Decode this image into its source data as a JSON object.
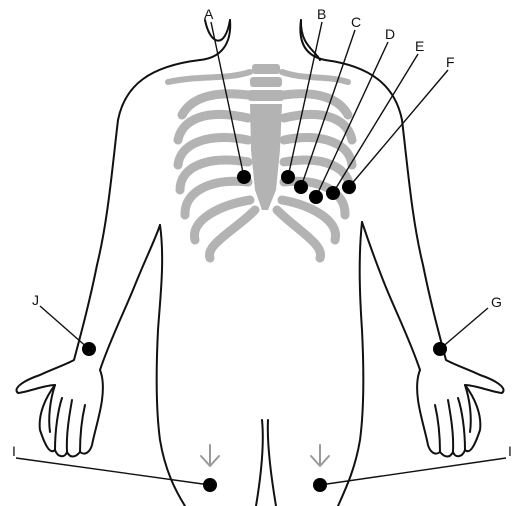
{
  "colors": {
    "outline": "#111111",
    "ribcage": "#b3b3b3",
    "arrow": "#999999",
    "electrode": "#000000"
  },
  "labels": {
    "A": "A",
    "B": "B",
    "C": "C",
    "D": "D",
    "E": "E",
    "F": "F",
    "G": "G",
    "I_left": "I",
    "I_right": "I",
    "J": "J"
  }
}
